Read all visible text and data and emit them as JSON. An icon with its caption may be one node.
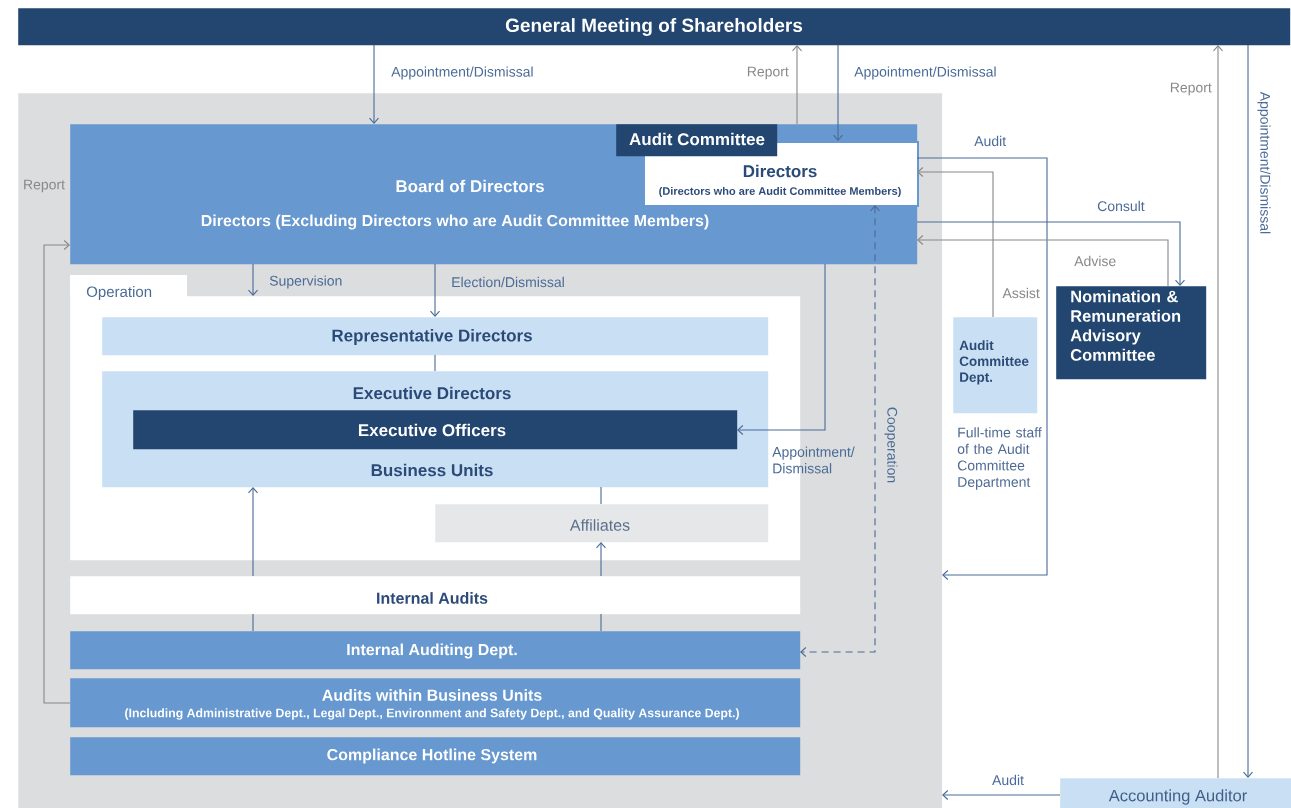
{
  "diagram": {
    "nodes": [
      {
        "text": [
          "General Meeting of Shareholders"
        ]
      },
      {
        "text": [],
        "shape": "box"
      },
      {
        "text": [
          "Board of Directors",
          "Directors (Excluding Directors who are Audit Committee Members)"
        ],
        "in": 1
      },
      {
        "text": [
          "Audit Committee"
        ],
        "in": 2
      },
      {
        "text": [
          "Directors",
          "(Directors who are Audit Committee Members)"
        ],
        "in": 2
      },
      {
        "text": [
          "Operation"
        ],
        "in": 1
      },
      {
        "text": [
          "Representative Directors"
        ],
        "in": 5
      },
      {
        "text": [
          "Executive Directors",
          "Business Units"
        ],
        "in": 5
      },
      {
        "text": [
          "Executive Officers"
        ],
        "in": 7
      },
      {
        "text": [
          "Affiliates"
        ],
        "in": 5
      },
      {
        "text": [
          "Internal Audits"
        ],
        "in": 1
      },
      {
        "text": [
          "Internal Auditing Dept."
        ],
        "in": 1
      },
      {
        "text": [
          "Audits within Business Units",
          "(Including Administrative Dept., Legal Dept., Environment and Safety Dept., and Quality Assurance Dept.)"
        ],
        "in": 1
      },
      {
        "text": [
          "Compliance Hotline System"
        ],
        "in": 1
      },
      {
        "text": [
          "Audit Committee Dept."
        ],
        "beside": [
          "Full-time staff of the Audit Committee Department"
        ]
      },
      {
        "text": [
          "Nomination & Remuneration Advisory Committee"
        ]
      },
      {
        "text": [
          "Accounting Auditor"
        ]
      }
    ],
    "edges": [
      {
        "from": 0,
        "to": 2,
        "arrow": "to",
        "label": "Appointment/Dismissal"
      },
      {
        "from": 3,
        "to": 0,
        "arrow": "to",
        "label": "Report",
        "color": "#888888"
      },
      {
        "from": 0,
        "to": 4,
        "arrow": "to",
        "label": "Appointment/Dismissal"
      },
      {
        "from": 4,
        "to": 1,
        "arrow": "to",
        "label": "Audit"
      },
      {
        "from": 14,
        "to": 4,
        "arrow": "to",
        "label": "Assist",
        "color": "#888888"
      },
      {
        "from": 2,
        "to": 15,
        "arrow": "to",
        "label": "Consult"
      },
      {
        "from": 15,
        "to": 2,
        "arrow": "to",
        "label": "Advise",
        "color": "#888888"
      },
      {
        "from": 16,
        "to": 0,
        "arrow": "to",
        "label": "Report",
        "color": "#888888"
      },
      {
        "from": 0,
        "to": 16,
        "arrow": "to",
        "label": "Appointment/Dismissal"
      },
      {
        "from": 16,
        "to": 1,
        "arrow": "to",
        "label": "Audit"
      },
      {
        "from": 2,
        "to": 5,
        "arrow": "to",
        "label": "Supervision"
      },
      {
        "from": 2,
        "to": 6,
        "arrow": "to",
        "label": "Election/Dismissal"
      },
      {
        "from": 6,
        "to": 7,
        "arrow": "none"
      },
      {
        "from": 2,
        "to": 8,
        "arrow": "to",
        "label": "Appointment/ Dismissal"
      },
      {
        "from": 4,
        "to": 11,
        "arrow": "both",
        "label": "Cooperation",
        "style": "dashed"
      },
      {
        "from": 11,
        "to": 10,
        "arrow": "none"
      },
      {
        "from": 10,
        "to": 7,
        "arrow": "to"
      },
      {
        "from": 11,
        "to": 10,
        "arrow": "none"
      },
      {
        "from": 10,
        "to": 9,
        "arrow": "to"
      },
      {
        "from": 9,
        "to": 7,
        "arrow": "none"
      },
      {
        "from": 12,
        "to": 2,
        "arrow": "to",
        "label": "Report",
        "color": "#888888"
      }
    ]
  }
}
